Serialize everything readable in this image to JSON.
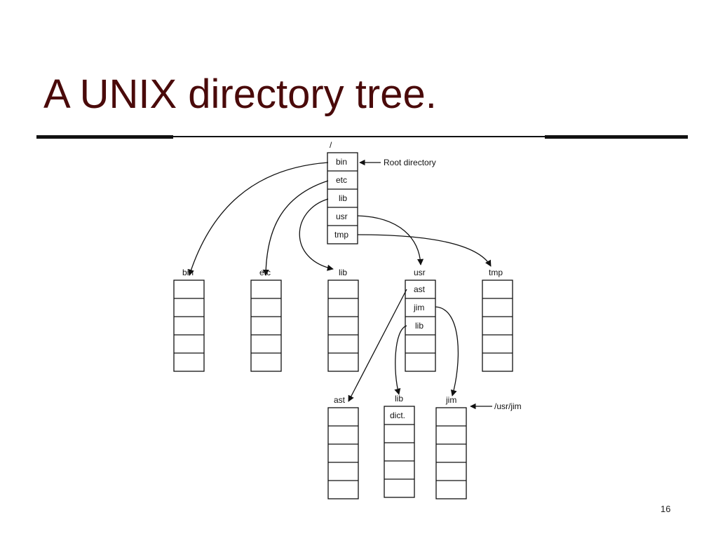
{
  "slide": {
    "title": "A UNIX directory tree.",
    "page_number": "16"
  },
  "diagram": {
    "root": {
      "label": "/",
      "entries": [
        "bin",
        "etc",
        "lib",
        "usr",
        "tmp"
      ],
      "annotation": "Root directory"
    },
    "directories": [
      {
        "id": "bin",
        "label": "bin",
        "entries": [
          "",
          "",
          "",
          "",
          ""
        ]
      },
      {
        "id": "etc",
        "label": "etc",
        "entries": [
          "",
          "",
          "",
          "",
          ""
        ]
      },
      {
        "id": "lib",
        "label": "lib",
        "entries": [
          "",
          "",
          "",
          "",
          ""
        ]
      },
      {
        "id": "usr",
        "label": "usr",
        "entries": [
          "ast",
          "jim",
          "lib",
          "",
          ""
        ]
      },
      {
        "id": "tmp",
        "label": "tmp",
        "entries": [
          "",
          "",
          "",
          "",
          ""
        ]
      },
      {
        "id": "ast",
        "label": "ast",
        "entries": [
          "",
          "",
          "",
          "",
          ""
        ]
      },
      {
        "id": "usrlib",
        "label": "lib",
        "entries": [
          "dict.",
          "",
          "",
          "",
          ""
        ]
      },
      {
        "id": "jim",
        "label": "jim",
        "entries": [
          "",
          "",
          "",
          "",
          ""
        ],
        "annotation": "/usr/jim"
      }
    ],
    "links": [
      {
        "from": "root.bin",
        "to": "bin"
      },
      {
        "from": "root.etc",
        "to": "etc"
      },
      {
        "from": "root.lib",
        "to": "lib"
      },
      {
        "from": "root.usr",
        "to": "usr"
      },
      {
        "from": "root.tmp",
        "to": "tmp"
      },
      {
        "from": "usr.ast",
        "to": "ast"
      },
      {
        "from": "usr.jim",
        "to": "jim"
      },
      {
        "from": "usr.lib",
        "to": "usrlib"
      }
    ]
  }
}
